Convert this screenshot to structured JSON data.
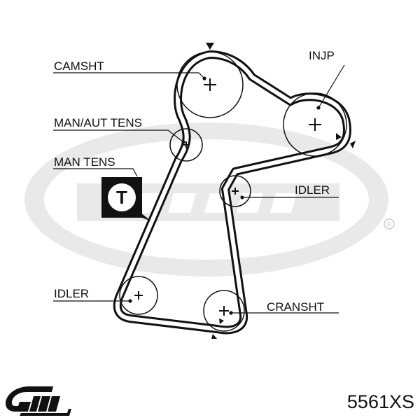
{
  "diagram": {
    "labels": {
      "camshaft": "CAMSHT",
      "injection_pump": "INJP",
      "man_aut_tensioner": "MAN/AUT TENS",
      "man_tensioner": "MAN TENS",
      "idler_upper": "IDLER",
      "idler_lower": "IDLER",
      "crankshaft": "CRANSHT"
    },
    "tensioner_badge": "T"
  },
  "footer": {
    "part_number": "5561XS"
  },
  "colors": {
    "belt": "#111111",
    "watermark": "#e9e9e9",
    "text": "#111111"
  },
  "icons": [
    "gates-watermark-logo",
    "gates-logo",
    "tensioner-badge-icon",
    "registered-mark-icon"
  ]
}
